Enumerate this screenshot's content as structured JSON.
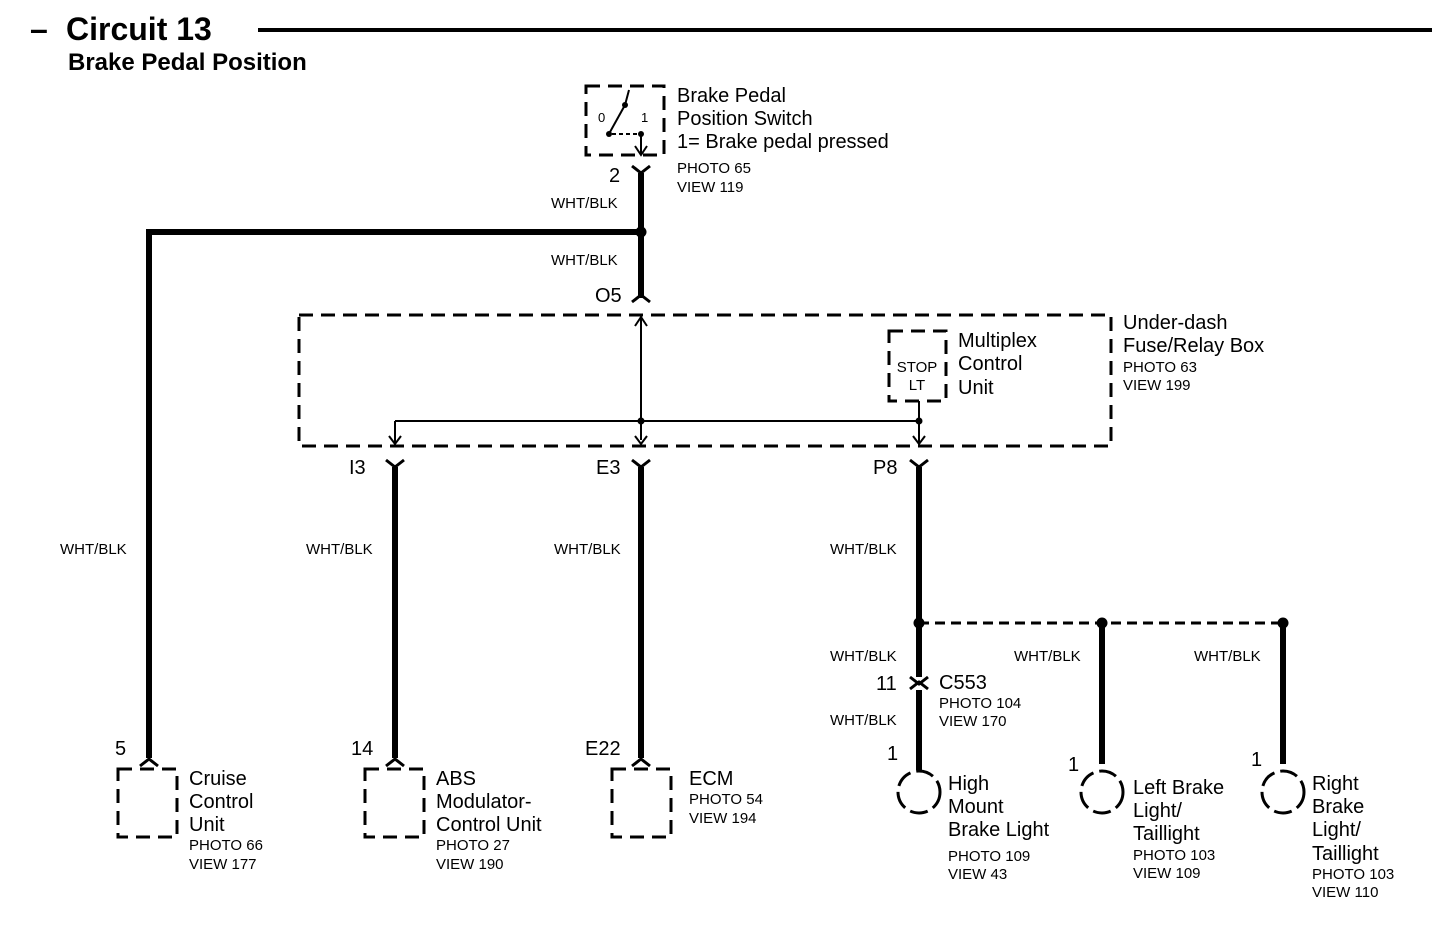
{
  "header": {
    "dash": "–",
    "title": "Circuit 13",
    "subtitle": "Brake Pedal Position"
  },
  "switch": {
    "name_lines": [
      "Brake Pedal",
      "Position Switch",
      "1=  Brake pedal pressed"
    ],
    "photo": "PHOTO 65",
    "view": "VIEW 119",
    "pos0": "0",
    "pos1": "1",
    "pin": "2"
  },
  "wires": {
    "top1": "WHT/BLK",
    "top2": "WHT/BLK",
    "cruise": "WHT/BLK",
    "abs": "WHT/BLK",
    "ecm": "WHT/BLK",
    "p8": "WHT/BLK",
    "hm_upper": "WHT/BLK",
    "hm_lower": "WHT/BLK",
    "left": "WHT/BLK",
    "right": "WHT/BLK"
  },
  "fuse_box": {
    "name_lines": [
      "Under-dash",
      "Fuse/Relay Box"
    ],
    "photo": "PHOTO 63",
    "view": "VIEW 199",
    "pin_top": "O5",
    "pin_i3": "I3",
    "pin_e3": "E3",
    "pin_p8": "P8"
  },
  "mcu": {
    "name_lines": [
      "Multiplex",
      "Control",
      "Unit"
    ],
    "inner": [
      "STOP",
      "LT"
    ]
  },
  "cruise": {
    "pin": "5",
    "name_lines": [
      "Cruise",
      "Control",
      "Unit"
    ],
    "photo": "PHOTO 66",
    "view": "VIEW 177"
  },
  "abs": {
    "pin": "14",
    "name_lines": [
      "ABS",
      "Modulator-",
      "Control Unit"
    ],
    "photo": "PHOTO 27",
    "view": "VIEW 190"
  },
  "ecm": {
    "pin": "E22",
    "name_lines": [
      "ECM"
    ],
    "photo": "PHOTO 54",
    "view": "VIEW 194"
  },
  "c553": {
    "name": "C553",
    "pin": "11",
    "photo": "PHOTO 104",
    "view": "VIEW 170"
  },
  "high_mount": {
    "pin": "1",
    "name_lines": [
      "High",
      "Mount",
      "Brake Light"
    ],
    "photo": "PHOTO 109",
    "view": "VIEW 43"
  },
  "left_light": {
    "pin": "1",
    "name_lines": [
      "Left Brake",
      "Light/",
      "Taillight"
    ],
    "photo": "PHOTO 103",
    "view": "VIEW 109"
  },
  "right_light": {
    "pin": "1",
    "name_lines": [
      "Right",
      "Brake",
      "Light/",
      "Taillight"
    ],
    "photo": "PHOTO 103",
    "view": "VIEW 110"
  }
}
